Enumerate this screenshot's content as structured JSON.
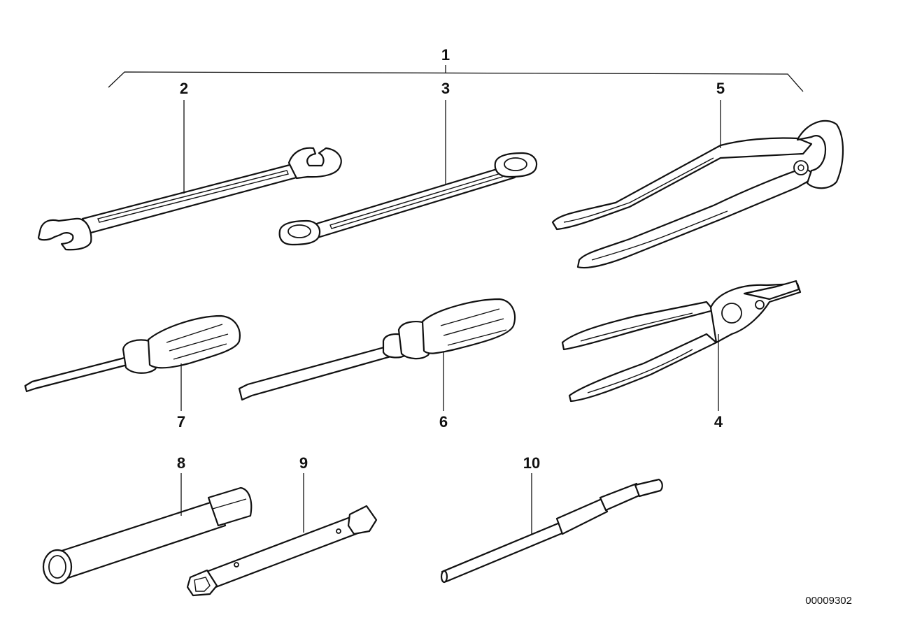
{
  "diagram": {
    "callouts": {
      "c1": "1",
      "c2": "2",
      "c3": "3",
      "c4": "4",
      "c5": "5",
      "c6": "6",
      "c7": "7",
      "c8": "8",
      "c9": "9",
      "c10": "10"
    },
    "document_number": "00009302"
  }
}
